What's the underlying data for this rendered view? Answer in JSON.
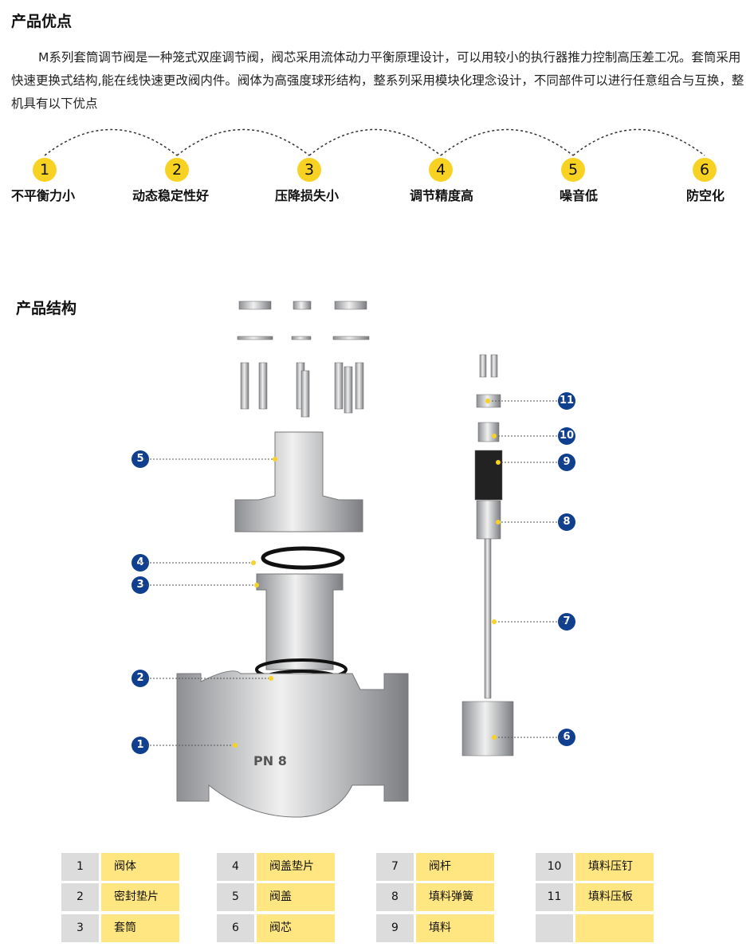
{
  "advantages": {
    "title": "产品优点",
    "intro": "M系列套筒调节阀是一种笼式双座调节阀，阀芯采用流体动力平衡原理设计，可以用较小的执行器推力控制高压差工况。套筒采用快速更换式结构,能在线快速更改阀内件。阀体为高强度球形结构，整系列采用模块化理念设计，不同部件可以进行任意组合与互换，整机具有以下优点",
    "items": [
      {
        "num": "1",
        "label": "不平衡力小"
      },
      {
        "num": "2",
        "label": "动态稳定性好"
      },
      {
        "num": "3",
        "label": "压降损失小"
      },
      {
        "num": "4",
        "label": "调节精度高"
      },
      {
        "num": "5",
        "label": "噪音低"
      },
      {
        "num": "6",
        "label": "防空化"
      }
    ]
  },
  "structure": {
    "title": "产品结构",
    "body_marking": "PN 8",
    "callouts": [
      "1",
      "2",
      "3",
      "4",
      "5",
      "6",
      "7",
      "8",
      "9",
      "10",
      "11"
    ],
    "parts": [
      {
        "num": "1",
        "name": "阀体"
      },
      {
        "num": "2",
        "name": "密封垫片"
      },
      {
        "num": "3",
        "name": "套筒"
      },
      {
        "num": "4",
        "name": "阀盖垫片"
      },
      {
        "num": "5",
        "name": "阀盖"
      },
      {
        "num": "6",
        "name": "阀芯"
      },
      {
        "num": "7",
        "name": "阀杆"
      },
      {
        "num": "8",
        "name": "填料弹簧"
      },
      {
        "num": "9",
        "name": "填料"
      },
      {
        "num": "10",
        "name": "填料压钉"
      },
      {
        "num": "11",
        "name": "填料压板"
      },
      {
        "num": "",
        "name": ""
      }
    ]
  },
  "colors": {
    "accent": "#f7d223",
    "callout": "#0f3f8e",
    "table_num": "#dcdcdc",
    "table_name": "#ffe680"
  }
}
